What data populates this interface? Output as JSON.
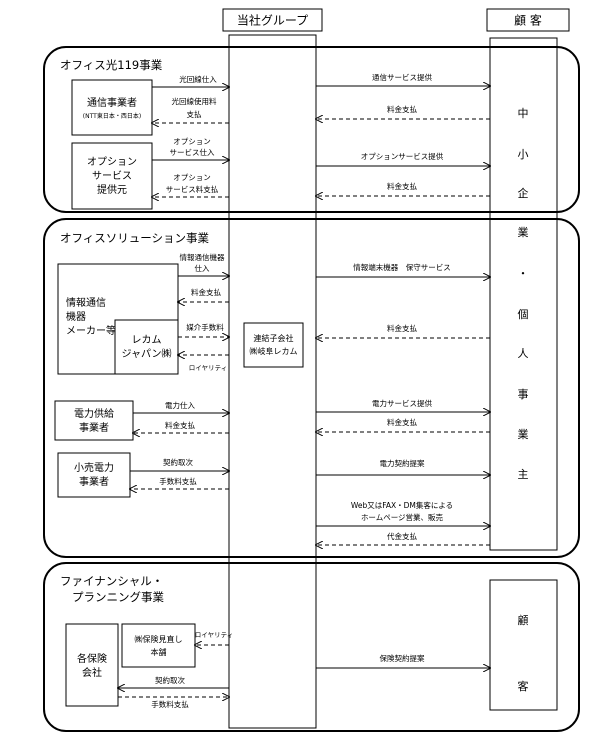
{
  "header": {
    "group_label": "当社グループ",
    "customer_label": "顧 客"
  },
  "sections": {
    "office_hikari": {
      "title": "オフィス光119事業"
    },
    "office_solution": {
      "title": "オフィスソリューション事業"
    },
    "financial": {
      "title_line1": "ファイナンシャル・",
      "title_line2": "プランニング事業"
    }
  },
  "boxes": {
    "telecom": {
      "line1": "通信事業者",
      "line2": "(NTT東日本・西日本)"
    },
    "option": {
      "line1": "オプション",
      "line2": "サービス",
      "line3": "提供元"
    },
    "info_maker": {
      "line1": "情報通信",
      "line2": "機器",
      "line3": "メーカー等"
    },
    "recom_japan": {
      "line1": "レカム",
      "line2": "ジャパン㈱"
    },
    "subsidiary": {
      "line1": "連結子会社",
      "line2": "㈱岐阜レカム"
    },
    "power_supplier": {
      "line1": "電力供給",
      "line2": "事業者"
    },
    "retail_power": {
      "line1": "小売電力",
      "line2": "事業者"
    },
    "insurance": {
      "line1": "各保険",
      "line2": "会社"
    },
    "hoken_minaoshi": {
      "line1": "㈱保険見直し",
      "line2": "本舗"
    }
  },
  "customer_column": {
    "chars": [
      "中",
      "小",
      "企",
      "業",
      "・",
      "個",
      "人",
      "事",
      "業",
      "主"
    ],
    "bottom_chars": [
      "顧",
      "客"
    ]
  },
  "flows": {
    "hikari_purchase": "光回線仕入",
    "hikari_fee_1": "光回線使用料",
    "hikari_fee_2": "支払",
    "option_purchase_1": "オプション",
    "option_purchase_2": "サービス仕入",
    "option_fee_1": "オプション",
    "option_fee_2": "サービス料支払",
    "comm_service": "通信サービス提供",
    "fee_payment_1": "料金支払",
    "option_service": "オプションサービス提供",
    "fee_payment_2": "料金支払",
    "info_purchase_1": "情報通信機器",
    "info_purchase_2": "仕入",
    "fee_payment_3": "料金支払",
    "agency_fee": "媒介手数料",
    "royalty_1": "ロイヤリティ",
    "info_terminal": "情報端末機器　保守サービス",
    "fee_payment_4": "料金支払",
    "power_purchase": "電力仕入",
    "fee_payment_5": "料金支払",
    "power_service": "電力サービス提供",
    "fee_payment_6": "料金支払",
    "contract_acquire": "契約取次",
    "commission_pay": "手数料支払",
    "power_contract": "電力契約提案",
    "web_line1": "Web又はFAX・DM集客による",
    "web_line2": "ホームページ営業、販売",
    "cod_payment": "代金支払",
    "royalty_2": "ロイヤリティ",
    "insurance_proposal": "保険契約提案",
    "contract_acquire_2": "契約取次",
    "commission_pay_2": "手数料支払"
  }
}
